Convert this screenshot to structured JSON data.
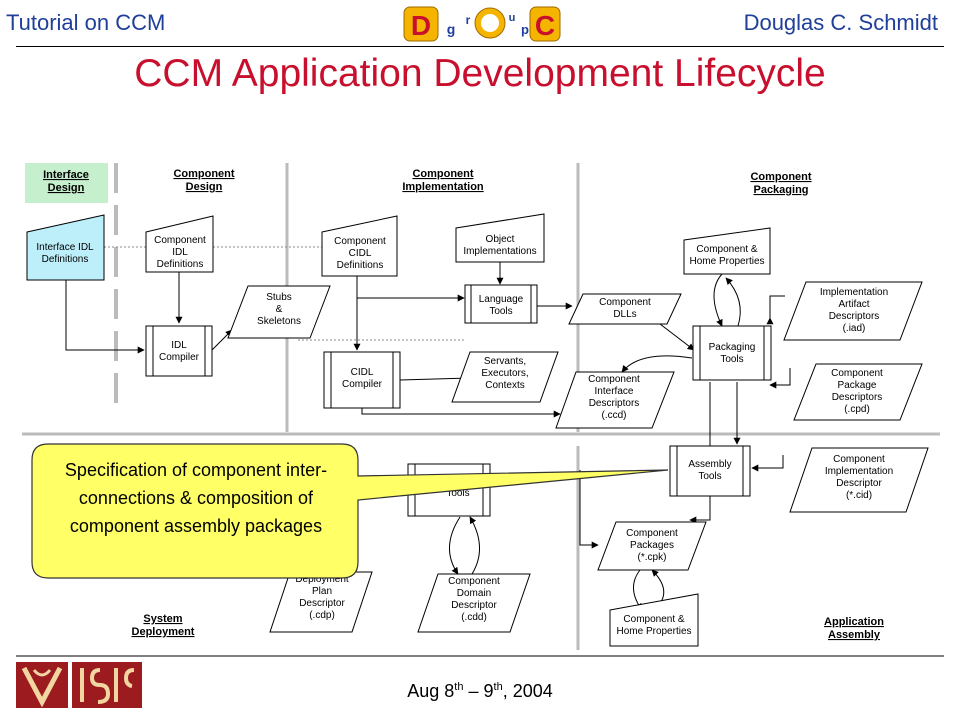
{
  "header": {
    "left": "Tutorial on CCM",
    "right": "Douglas C. Schmidt",
    "logo_letters": [
      "D",
      "g",
      "r",
      "O",
      "u",
      "p",
      "C"
    ]
  },
  "title": "CCM Application Development Lifecycle",
  "phases": {
    "interface_design": "Interface Design",
    "component_design": "Component Design",
    "component_implementation": "Component Implementation",
    "component_packaging": "Component Packaging",
    "system_deployment": "System Deployment",
    "application_assembly": "Application Assembly"
  },
  "boxes": {
    "interface_idl": "Interface IDL Definitions",
    "component_idl": "Component IDL Definitions",
    "idl_compiler": "IDL Compiler",
    "stubs": "Stubs & Skeletons",
    "component_cidl": "Component CIDL Definitions",
    "cidl_compiler": "CIDL Compiler",
    "object_impl": "Object Implementations",
    "language_tools": "Language Tools",
    "servants": "Servants, Executors, Contexts",
    "component_dlls": "Component DLLs",
    "comp_home_props_top": "Component & Home Properties",
    "impl_artifact": "Implementation Artifact Descriptors (.iad)",
    "packaging_tools": "Packaging Tools",
    "comp_iface_desc": "Component Interface Descriptors (.ccd)",
    "comp_pkg_desc": "Component Package Descriptors (.cpd)",
    "assembly_tools": "Assembly Tools",
    "comp_impl_desc": "Component Implementation Descriptor (*.cid)",
    "comp_packages": "Component Packages (*.cpk)",
    "comp_home_props_bottom": "Component & Home Properties",
    "deploy_tools": "Tools",
    "deploy_plan": "Deployment Plan Descriptor (.cdp)",
    "comp_domain": "Component Domain Descriptor (.cdd)"
  },
  "callout": "Specification of component inter-connections & composition of component assembly packages",
  "date": {
    "prefix": "Aug 8",
    "sup1": "th",
    "mid": " – 9",
    "sup2": "th",
    "suffix": ", 2004"
  },
  "footer_logos": [
    "Vanderbilt logo",
    "ISIS logo"
  ],
  "colors": {
    "header_text": "#1f3f9a",
    "title": "#c8102e",
    "interface_fill": "#c6efce",
    "idl_fill": "#bdeffa",
    "callout_fill": "#ffff66",
    "logo_red": "#9b1b1f"
  }
}
